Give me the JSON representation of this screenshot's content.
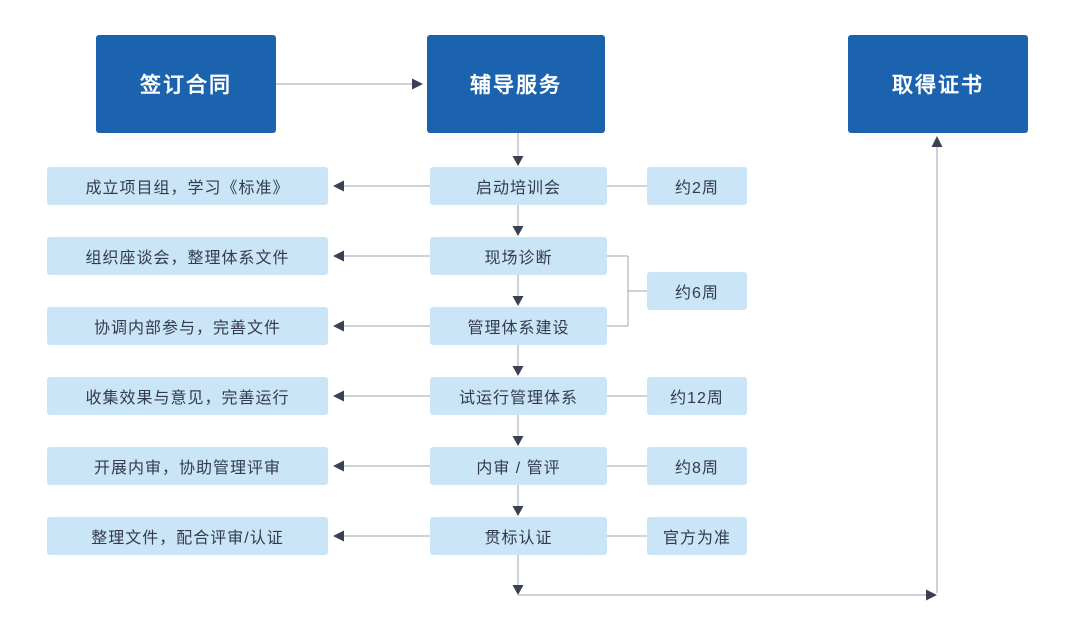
{
  "colors": {
    "primary_dark_blue": "#1b63ae",
    "light_blue": "#cbe5f8",
    "dark_text": "#333a4d",
    "line_gray": "#a2a6b4",
    "arrowhead_dark": "#3a4154",
    "background": "#ffffff"
  },
  "top_nodes": {
    "sign_contract": "签订合同",
    "coaching_service": "辅导服务",
    "obtain_certificate": "取得证书"
  },
  "center_steps": [
    "启动培训会",
    "现场诊断",
    "管理体系建设",
    "试运行管理体系",
    "内审 / 管评",
    "贯标认证"
  ],
  "left_steps": [
    "成立项目组，学习《标准》",
    "组织座谈会，整理体系文件",
    "协调内部参与，完善文件",
    "收集效果与意见，完善运行",
    "开展内审，协助管理评审",
    "整理文件，配合评审/认证"
  ],
  "durations": [
    "约2周",
    "约6周",
    "约12周",
    "约8周",
    "官方为准"
  ]
}
